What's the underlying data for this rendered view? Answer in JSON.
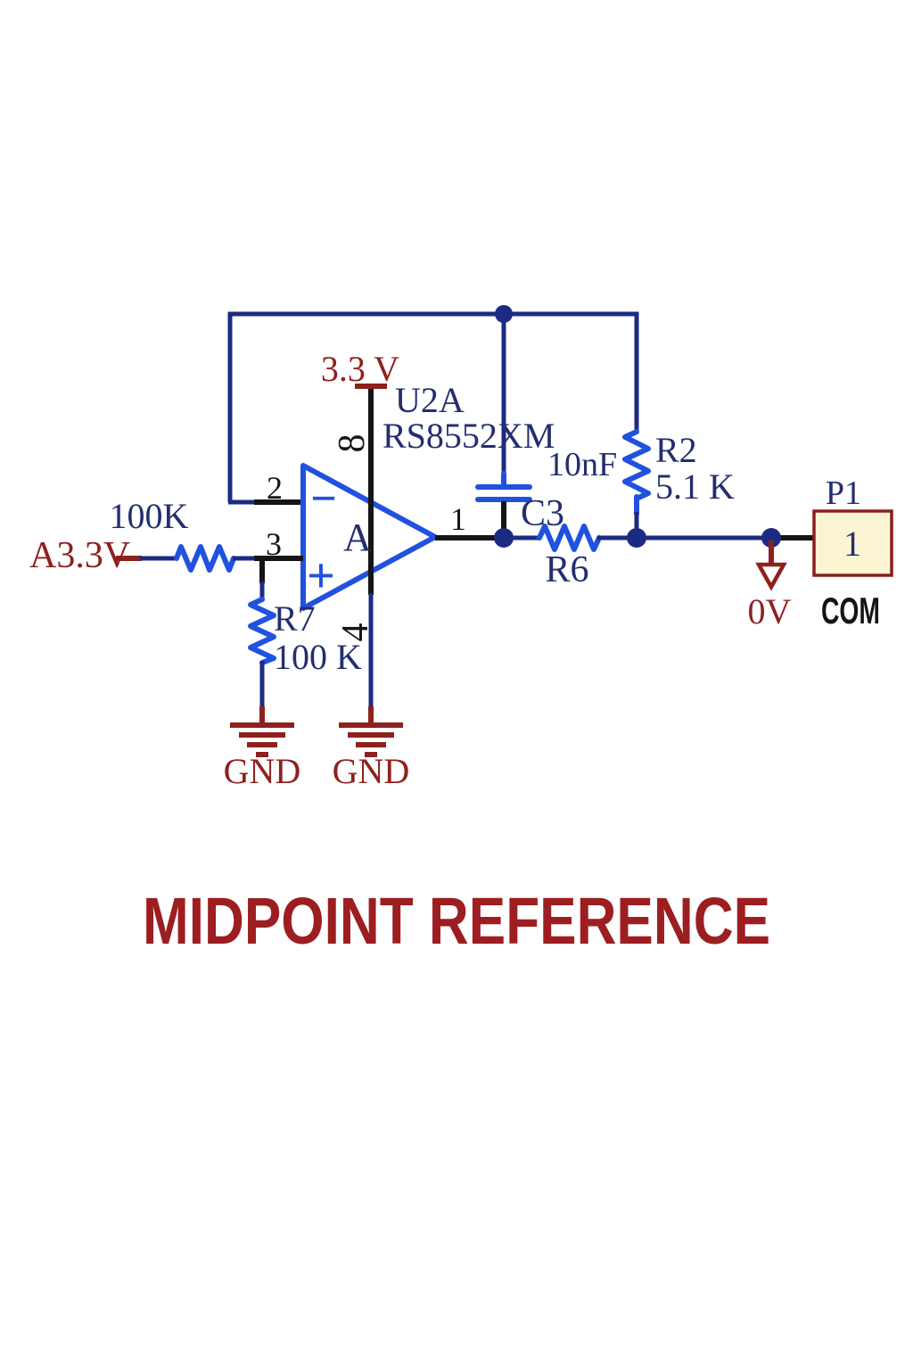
{
  "schematic": {
    "title": "MIDPOINT REFERENCE",
    "opamp": {
      "designator": "U2A",
      "part_number": "RS8552XM",
      "section": "A",
      "plus": "+",
      "minus": "−",
      "pin_inverting": "2",
      "pin_noninverting": "3",
      "pin_output": "1",
      "pin_vcc": "8",
      "pin_vee": "4"
    },
    "power": {
      "vcc_label": "3.3 V",
      "analog_rail_label": "A3.3V",
      "gnd_label": "GND",
      "zero_volt_label": "0V"
    },
    "resistors": {
      "input_value": "100K",
      "r7_ref": "R7",
      "r7_value": "100 K",
      "r2_ref": "R2",
      "r2_value": "5.1 K",
      "r6_ref": "R6"
    },
    "capacitor": {
      "ref": "C3",
      "value": "10nF"
    },
    "connector": {
      "ref": "P1",
      "pin": "1",
      "net_label": "COM"
    },
    "colors": {
      "wire": "#1c2b82",
      "component": "#2151df",
      "power_symbol": "#8e211e",
      "label_text": "#232e6f",
      "title_text": "#9d1e21",
      "connector_fill": "#fbf5d2",
      "connector_border": "#8b1e1c"
    }
  }
}
